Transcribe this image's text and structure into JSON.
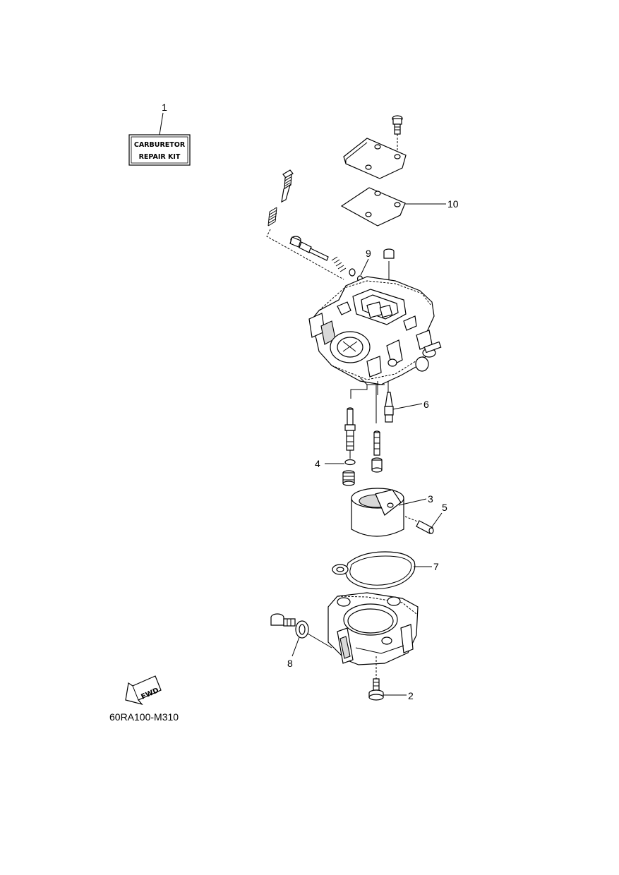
{
  "callouts": {
    "c1": "1",
    "c2": "2",
    "c3": "3",
    "c4": "4",
    "c5": "5",
    "c6": "6",
    "c7": "7",
    "c8": "8",
    "c9": "9",
    "c10": "10"
  },
  "repair_kit": {
    "line1": "CARBURETOR",
    "line2": "REPAIR KIT"
  },
  "fwd_label": "FWD",
  "diagram_code": "60RA100-M310"
}
